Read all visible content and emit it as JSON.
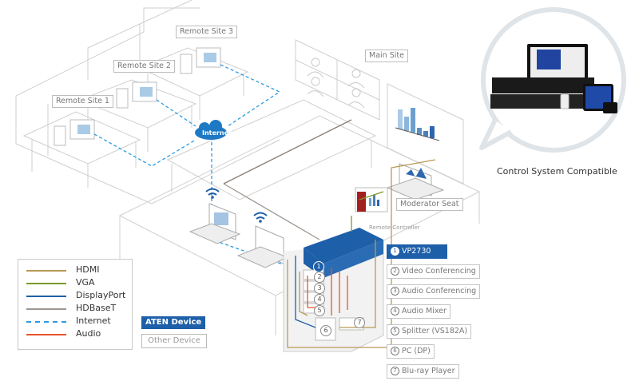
{
  "diagram": {
    "sites": {
      "remote_site_1": "Remote Site 1",
      "remote_site_2": "Remote Site 2",
      "remote_site_3": "Remote Site 3",
      "main_site": "Main Site",
      "moderator_seat": "Moderator Seat",
      "remote_controller": "Remote Controller",
      "internet": "Internet"
    },
    "legend": {
      "items": [
        {
          "label": "HDMI",
          "color": "#b89a55",
          "style": "solid"
        },
        {
          "label": "VGA",
          "color": "#7a9a2a",
          "style": "solid"
        },
        {
          "label": "DisplayPort",
          "color": "#1d5fa8",
          "style": "solid"
        },
        {
          "label": "HDBaseT",
          "color": "#9e9590",
          "style": "solid"
        },
        {
          "label": "Internet",
          "color": "#2b9be0",
          "style": "dashed"
        },
        {
          "label": "Audio",
          "color": "#e8542a",
          "style": "solid"
        }
      ]
    },
    "device_types": {
      "aten": "ATEN Device",
      "other": "Other Device",
      "aten_color": "#1d5fa8"
    },
    "devices": [
      {
        "num": "1",
        "label": "VP2730",
        "type": "aten"
      },
      {
        "num": "2",
        "label": "Video Conferencing",
        "type": "other"
      },
      {
        "num": "3",
        "label": "Audio Conferencing",
        "type": "other"
      },
      {
        "num": "4",
        "label": "Audio Mixer",
        "type": "other"
      },
      {
        "num": "5",
        "label": "Splitter (VS182A)",
        "type": "other"
      },
      {
        "num": "6",
        "label": "PC (DP)",
        "type": "other"
      },
      {
        "num": "7",
        "label": "Blu-ray Player",
        "type": "other"
      }
    ],
    "callout": {
      "caption": "Control System Compatible"
    }
  }
}
